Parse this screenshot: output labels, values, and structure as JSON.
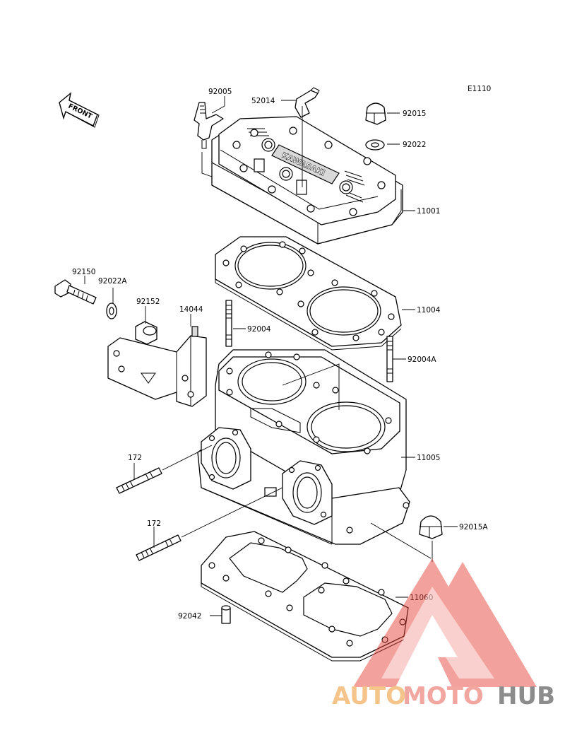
{
  "diagram_code": "E1110",
  "front_label": "FRONT",
  "cover_text": "KAWASAKI",
  "parts": {
    "p92005": "92005",
    "p52014": "52014",
    "p92015": "92015",
    "p92022": "92022",
    "p11001": "11001",
    "p92150": "92150",
    "p92022A": "92022A",
    "p92152": "92152",
    "p14044": "14044",
    "p92004": "92004",
    "p11004": "11004",
    "p92004A": "92004A",
    "p11005": "11005",
    "p172a": "172",
    "p172b": "172",
    "p92015A": "92015A",
    "p11060": "11060",
    "p92042": "92042"
  },
  "watermark": {
    "part1": "AUTO",
    "part2": "MOTO",
    "part3": "HUB",
    "color1": "#f5c48a",
    "color2": "#f2a6a0",
    "color3": "#8c8c8c",
    "logo_color": "#e8463c"
  }
}
